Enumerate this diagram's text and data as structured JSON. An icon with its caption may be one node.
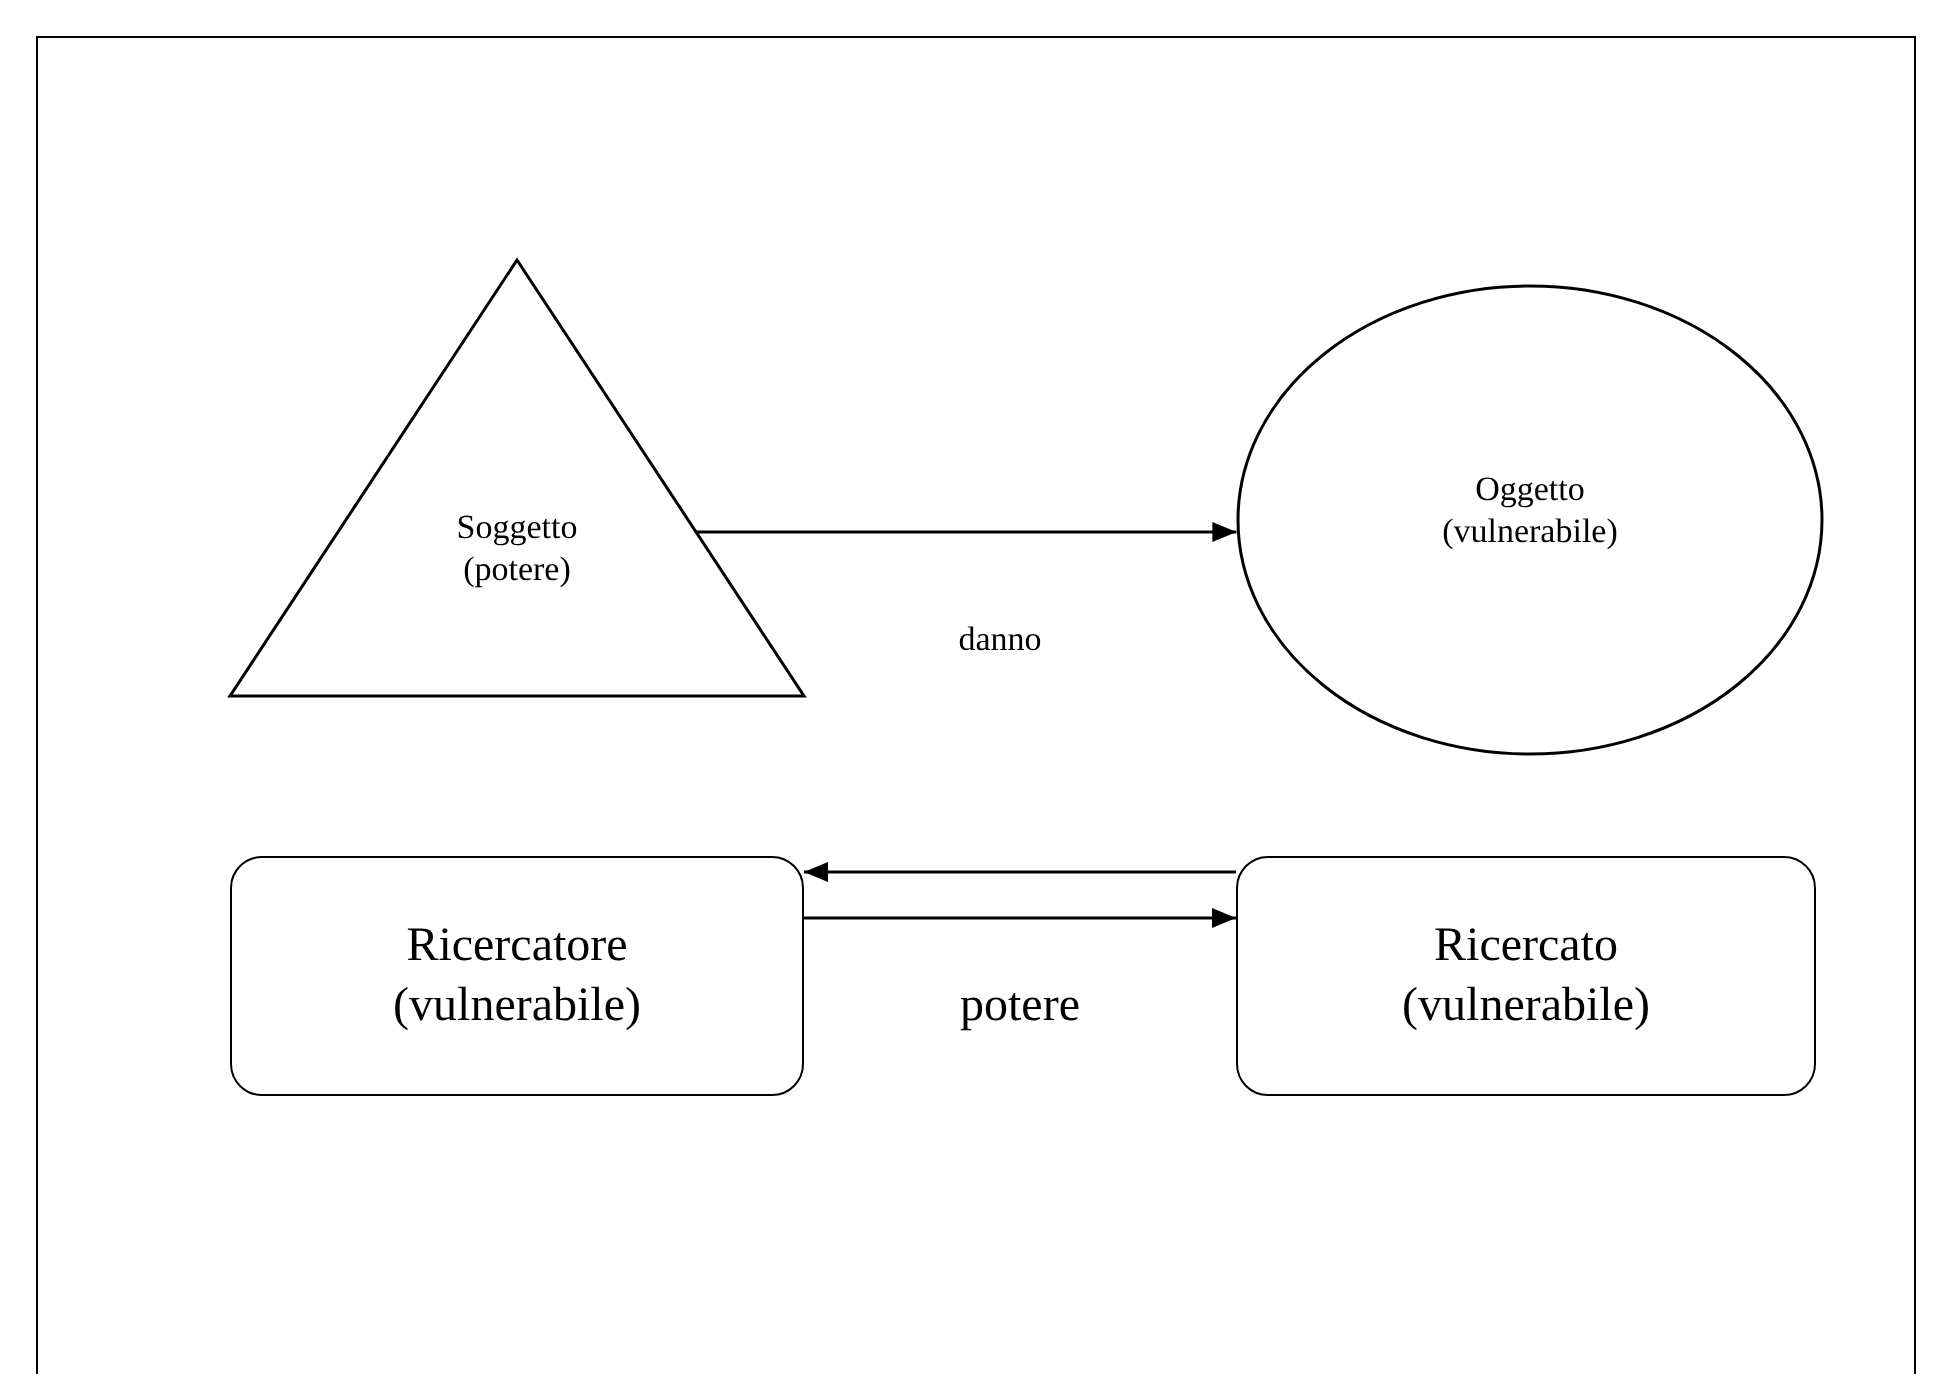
{
  "diagram": {
    "nodes": [
      {
        "text": [
          "Soggetto (potere)"
        ]
      },
      {
        "text": [
          "Oggetto (vulnerabile)"
        ]
      },
      {
        "text": [
          "Ricercatore (vulnerabile)"
        ]
      },
      {
        "text": [
          "Ricercato (vulnerabile)"
        ]
      }
    ],
    "edges": [
      {
        "from": 0,
        "to": 1,
        "arrow": "to",
        "label": "danno"
      },
      {
        "from": 3,
        "to": 2,
        "arrow": "to"
      },
      {
        "from": 2,
        "to": 3,
        "arrow": "to",
        "label": "potere"
      }
    ]
  }
}
